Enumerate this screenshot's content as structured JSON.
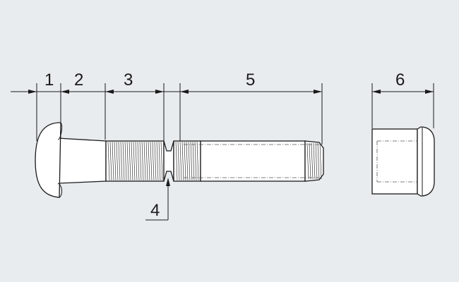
{
  "labels": {
    "l1": "1",
    "l2": "2",
    "l3": "3",
    "l4": "4",
    "l5": "5",
    "l6": "6"
  },
  "colors": {
    "background": "#e8ecef",
    "stroke": "#1a1a1a",
    "fill": "#ffffff"
  }
}
